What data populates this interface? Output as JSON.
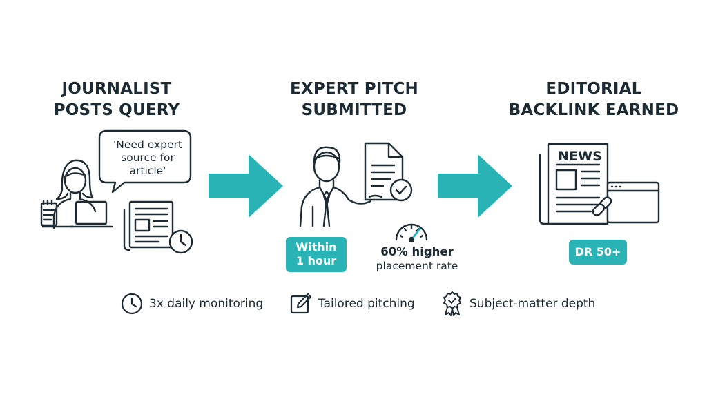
{
  "steps": [
    {
      "title_line1": "JOURNALIST",
      "title_line2": "POSTS QUERY"
    },
    {
      "title_line1": "EXPERT PITCH",
      "title_line2": "SUBMITTED"
    },
    {
      "title_line1": "EDITORIAL",
      "title_line2": "BACKLINK EARNED"
    }
  ],
  "query_bubble": {
    "line1": "'Need expert",
    "line2": "source for",
    "line3": "article'"
  },
  "newspaper_headline": "NEWS",
  "response_badge": {
    "line1": "Within",
    "line2": "1 hour"
  },
  "placement_stat": {
    "line1": "60% higher",
    "line2": "placement rate"
  },
  "authority_badge": "DR 50+",
  "features": [
    {
      "label": "3x daily monitoring",
      "icon": "clock-icon"
    },
    {
      "label": "Tailored pitching",
      "icon": "pencil-icon"
    },
    {
      "label": "Subject-matter depth",
      "icon": "award-ribbon-icon"
    }
  ],
  "colors": {
    "accent": "#2ab3b5",
    "ink": "#1c2b33"
  }
}
